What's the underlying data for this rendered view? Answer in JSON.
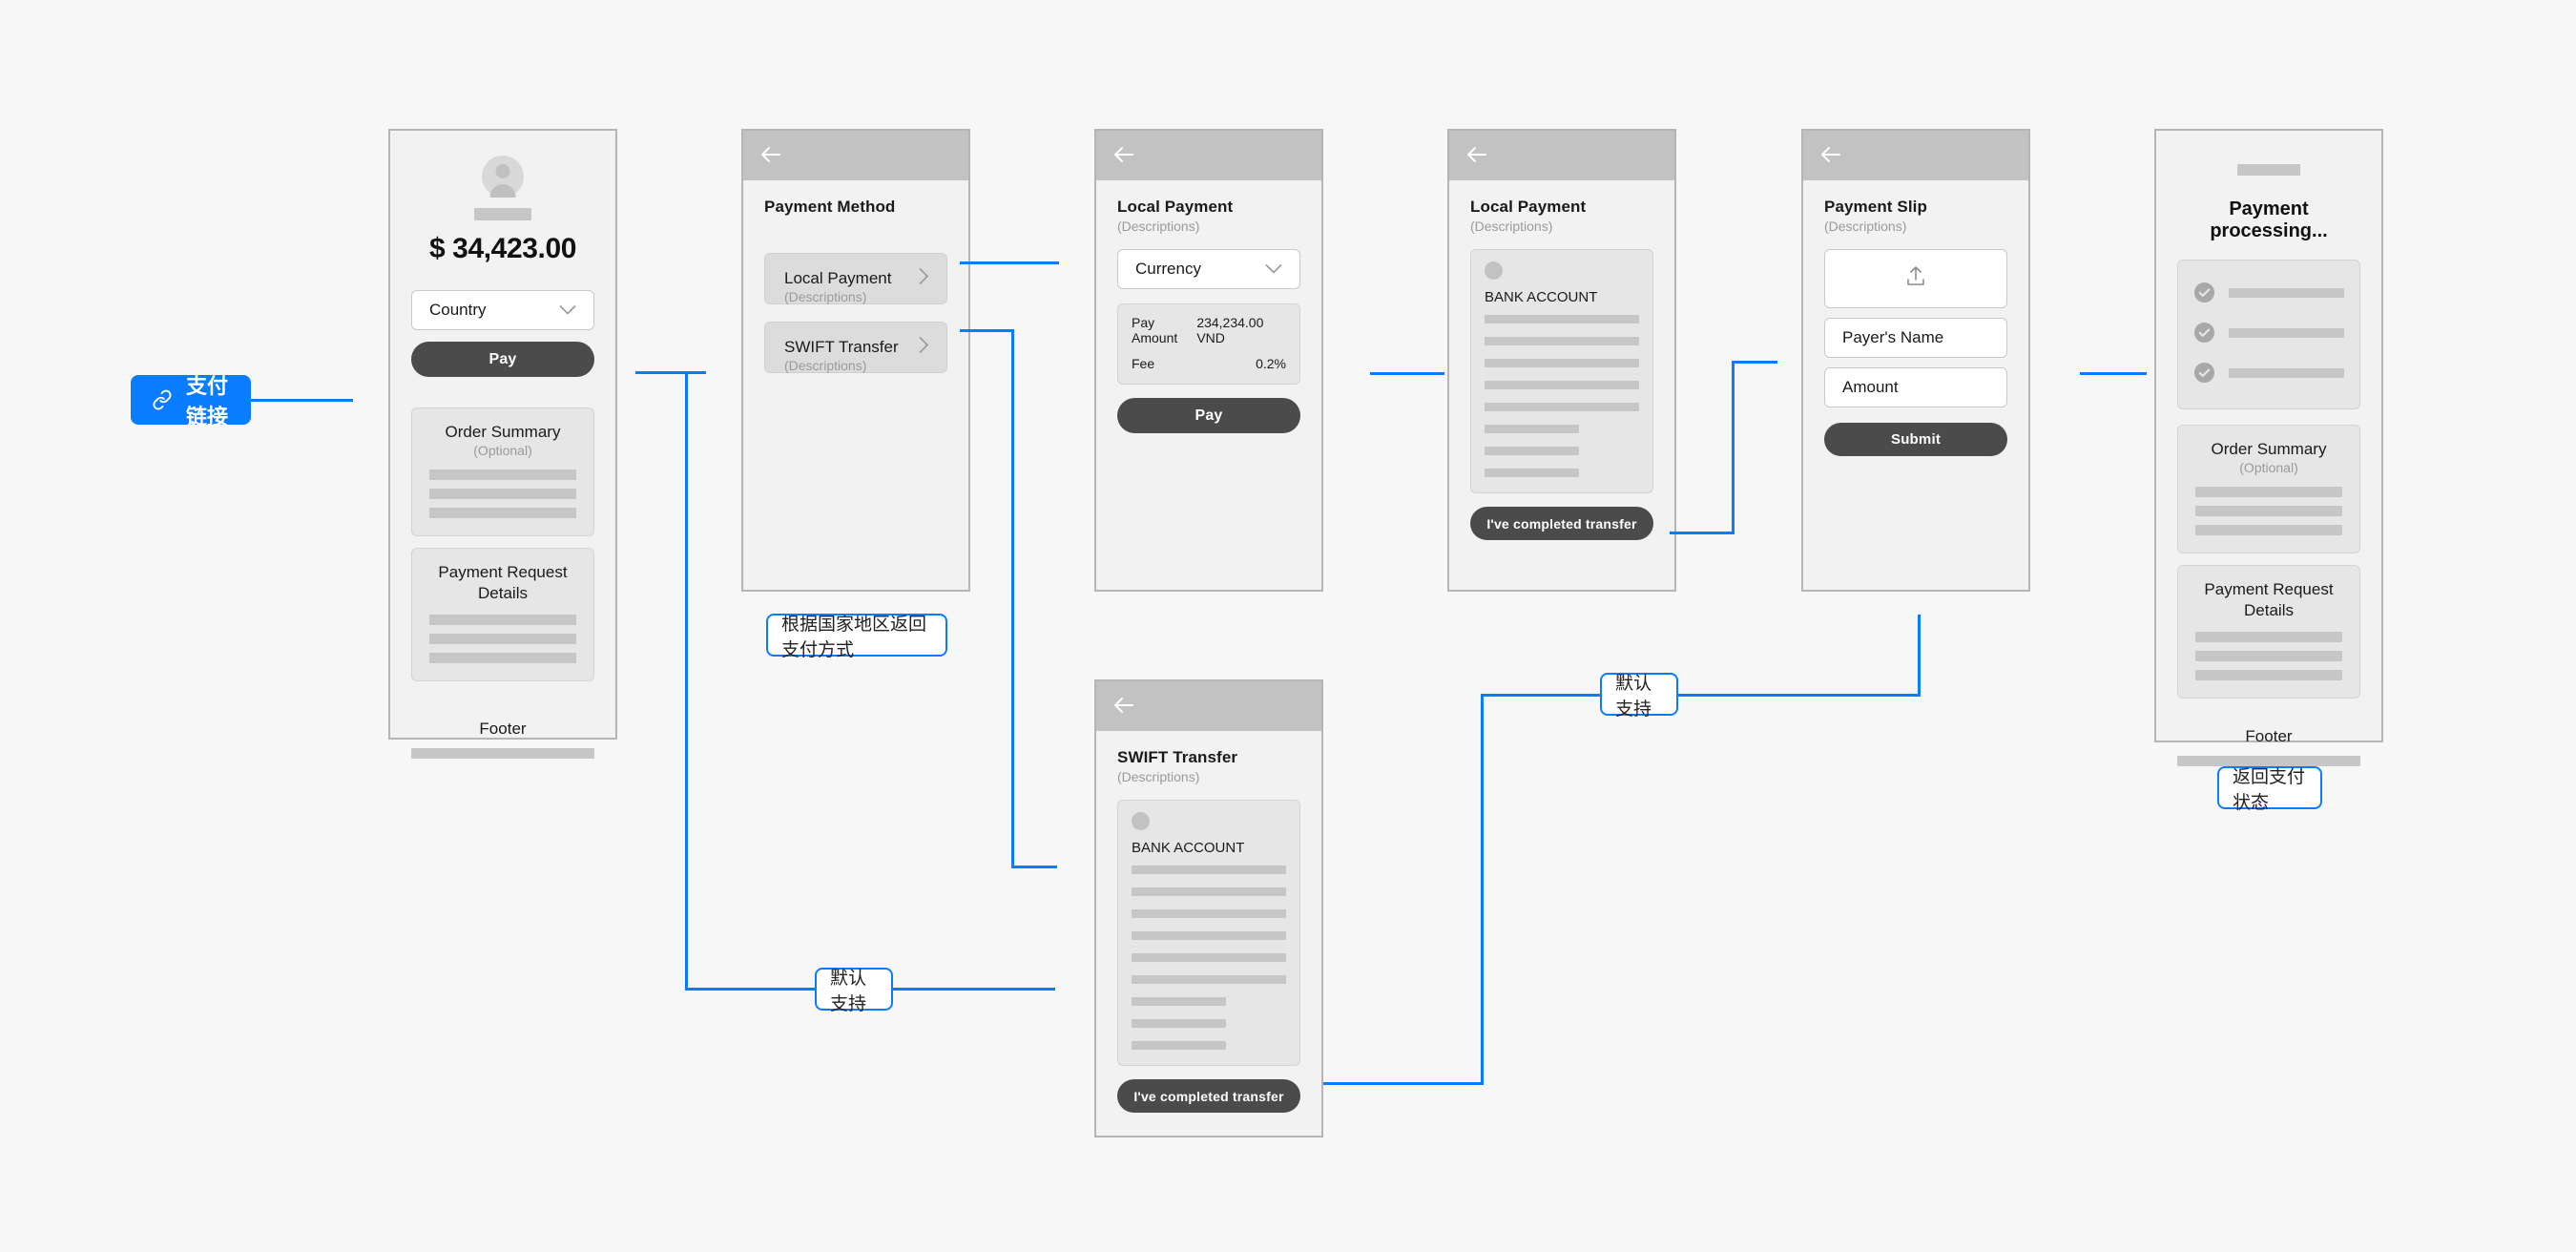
{
  "accent": "#0a7cff",
  "annotations": [
    {
      "id": "pay-link",
      "label": "支付链接",
      "icon": "link-icon"
    },
    {
      "id": "methods-by-country",
      "label": "根据国家地区返回支付方式"
    },
    {
      "id": "default-support-1",
      "label": "默认支持"
    },
    {
      "id": "default-support-2",
      "label": "默认支持"
    },
    {
      "id": "return-status",
      "label": "返回支付状态"
    }
  ],
  "screens": {
    "checkout": {
      "name": "checkout",
      "amount": "$ 34,423.00",
      "country_select": {
        "value": "Country",
        "icon": "chevron-down-icon"
      },
      "pay_button": "Pay",
      "sections": [
        {
          "title": "Order Summary",
          "subtitle": "(Optional)",
          "lines": 3
        },
        {
          "title": "Payment Request\nDetails",
          "subtitle": "",
          "lines": 3
        }
      ],
      "footer_label": "Footer"
    },
    "payment_method": {
      "title": "Payment Method",
      "back_icon": "back-arrow-icon",
      "options": [
        {
          "label": "Local Payment",
          "sub": "(Descriptions)",
          "icon": "chevron-right-icon"
        },
        {
          "label": "SWIFT Transfer",
          "sub": "(Descriptions)",
          "icon": "chevron-right-icon"
        }
      ]
    },
    "local_payment": {
      "title": "Local Payment",
      "subtitle": "(Descriptions)",
      "back_icon": "back-arrow-icon",
      "currency_select": {
        "value": "Currency",
        "icon": "chevron-down-icon"
      },
      "summary_rows": [
        {
          "label": "Pay Amount",
          "value": "234,234.00 VND"
        },
        {
          "label": "Fee",
          "value": "0.2%"
        }
      ],
      "pay_button": "Pay"
    },
    "local_bank": {
      "title": "Local Payment",
      "subtitle": "(Descriptions)",
      "back_icon": "back-arrow-icon",
      "bank_heading": "BANK ACCOUNT",
      "confirm_button": "I've completed transfer"
    },
    "swift_bank": {
      "title": "SWIFT Transfer",
      "subtitle": "(Descriptions)",
      "back_icon": "back-arrow-icon",
      "bank_heading": "BANK ACCOUNT",
      "confirm_button": "I've completed transfer"
    },
    "payment_slip": {
      "title": "Payment Slip",
      "subtitle": "(Descriptions)",
      "back_icon": "back-arrow-icon",
      "upload_icon": "upload-icon",
      "fields": [
        {
          "placeholder": "Payer's Name"
        },
        {
          "placeholder": "Amount"
        }
      ],
      "submit_button": "Submit"
    },
    "processing": {
      "heading": "Payment processing...",
      "steps": 3,
      "step_icon": "check-circle-icon",
      "sections": [
        {
          "title": "Order Summary",
          "subtitle": "(Optional)",
          "lines": 3
        },
        {
          "title": "Payment Request\nDetails",
          "subtitle": "",
          "lines": 3
        }
      ],
      "footer_label": "Footer"
    }
  }
}
